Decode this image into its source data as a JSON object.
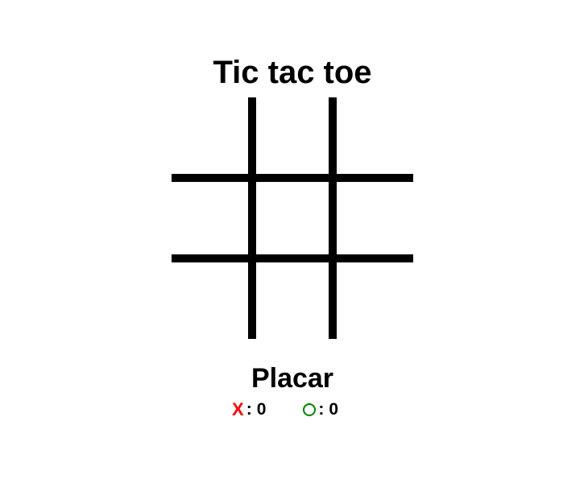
{
  "game": {
    "title": "Tic tac toe",
    "board": [
      [
        "",
        "",
        ""
      ],
      [
        "",
        "",
        ""
      ],
      [
        "",
        "",
        ""
      ]
    ]
  },
  "scoreboard": {
    "title": "Placar",
    "x": {
      "symbol": "X",
      "separator": ":",
      "score": "0",
      "color": "#ff0000"
    },
    "o": {
      "icon": "o-circle-icon",
      "separator": ":",
      "score": "0",
      "color": "#008000"
    }
  }
}
